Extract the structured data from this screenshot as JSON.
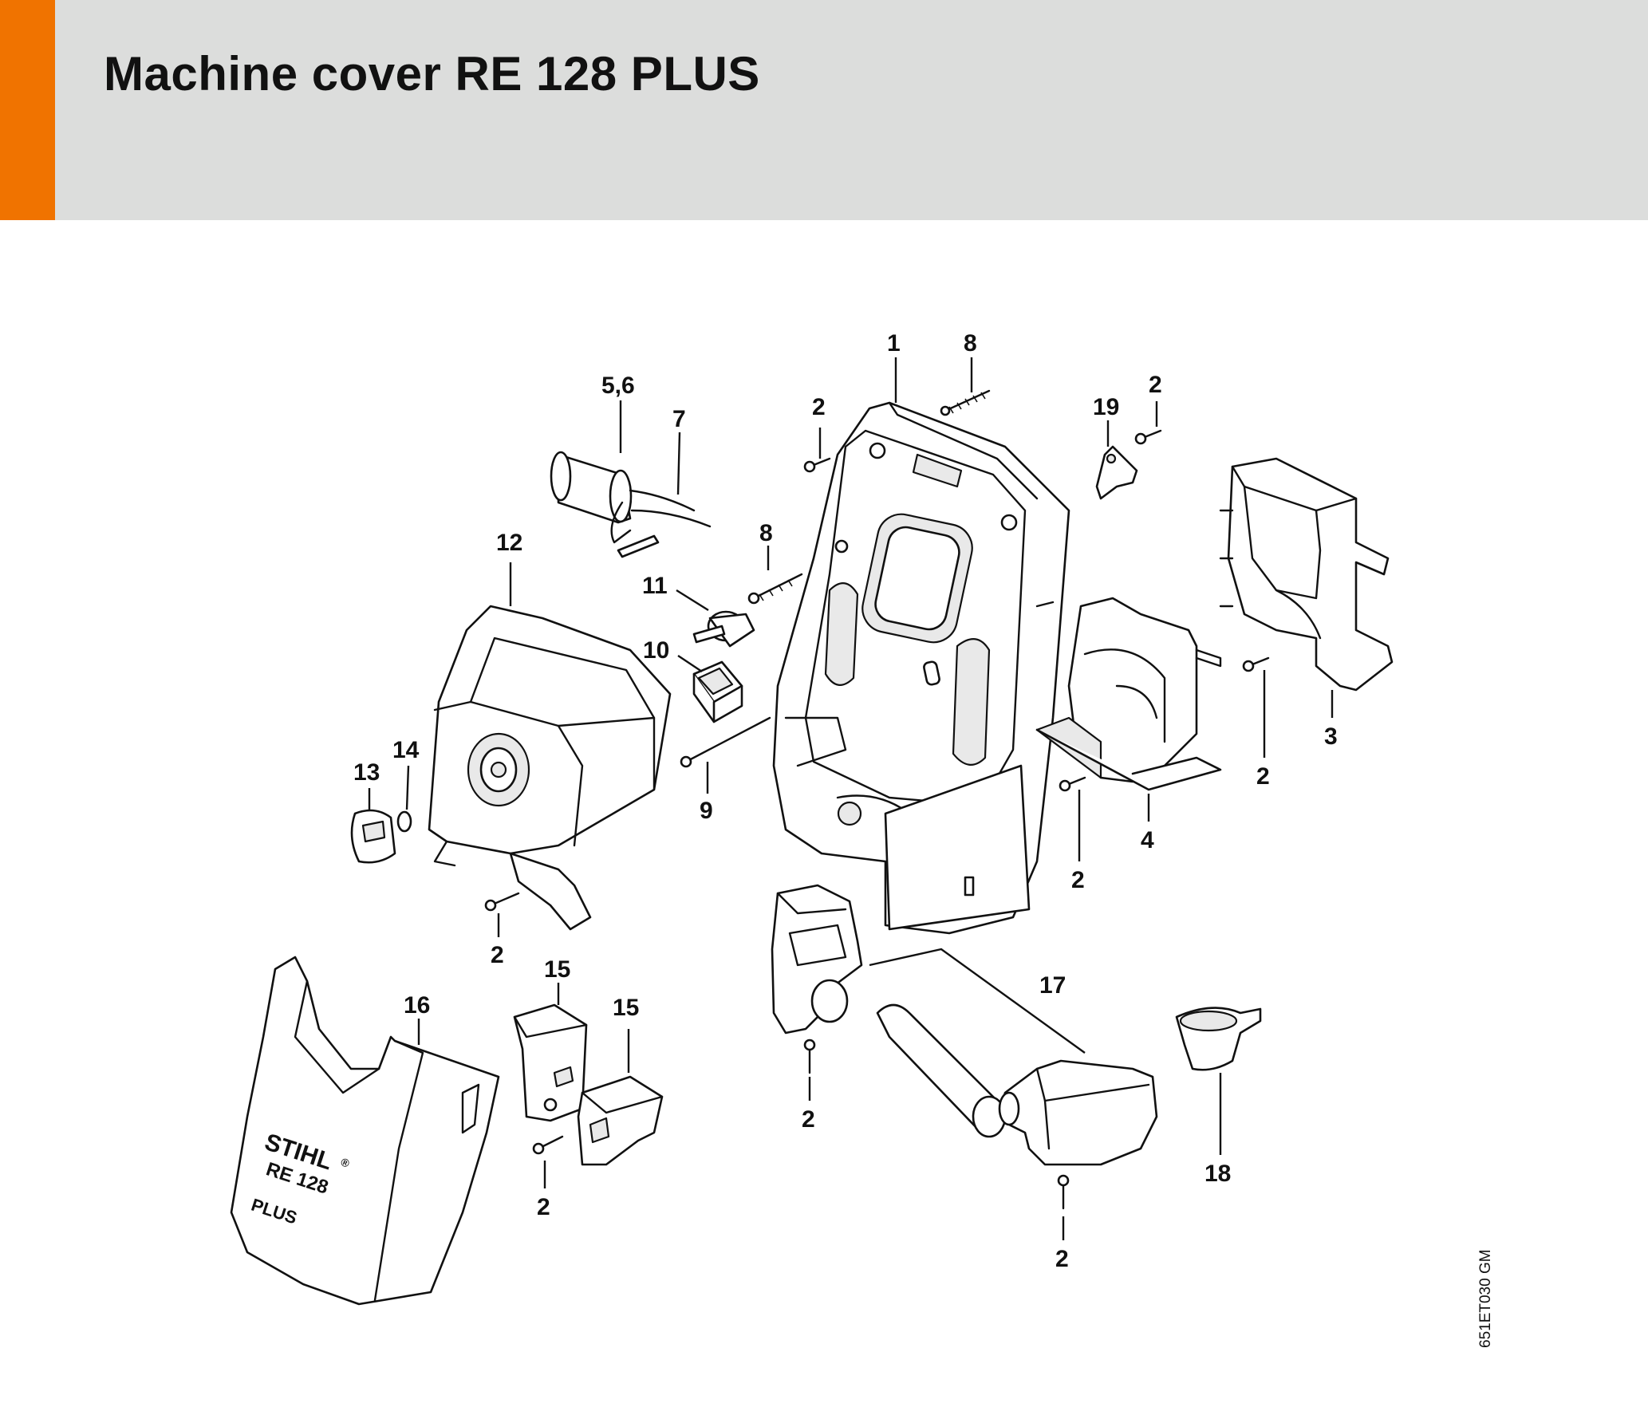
{
  "header": {
    "title": "Machine cover RE 128 PLUS",
    "accent_color": "#f07300",
    "background_color": "#dcdddc"
  },
  "diagram": {
    "drawing_code": "651ET030 GM",
    "branding": {
      "brand": "STIHL",
      "registered": "®",
      "model": "RE 128",
      "variant": "PLUS"
    },
    "callouts": [
      {
        "id": "c1",
        "label": "1"
      },
      {
        "id": "c8a",
        "label": "8"
      },
      {
        "id": "c56",
        "label": "5,6"
      },
      {
        "id": "c7",
        "label": "7"
      },
      {
        "id": "c2a",
        "label": "2"
      },
      {
        "id": "c19",
        "label": "19"
      },
      {
        "id": "c2b",
        "label": "2"
      },
      {
        "id": "c12",
        "label": "12"
      },
      {
        "id": "c8b",
        "label": "8"
      },
      {
        "id": "c11",
        "label": "11"
      },
      {
        "id": "c10",
        "label": "10"
      },
      {
        "id": "c14",
        "label": "14"
      },
      {
        "id": "c13",
        "label": "13"
      },
      {
        "id": "c9",
        "label": "9"
      },
      {
        "id": "c3",
        "label": "3"
      },
      {
        "id": "c2c",
        "label": "2"
      },
      {
        "id": "c4",
        "label": "4"
      },
      {
        "id": "c2d",
        "label": "2"
      },
      {
        "id": "c2e",
        "label": "2"
      },
      {
        "id": "c15a",
        "label": "15"
      },
      {
        "id": "c16",
        "label": "16"
      },
      {
        "id": "c15b",
        "label": "15"
      },
      {
        "id": "c17",
        "label": "17"
      },
      {
        "id": "c2f",
        "label": "2"
      },
      {
        "id": "c18",
        "label": "18"
      },
      {
        "id": "c2g",
        "label": "2"
      },
      {
        "id": "c2h",
        "label": "2"
      }
    ]
  }
}
